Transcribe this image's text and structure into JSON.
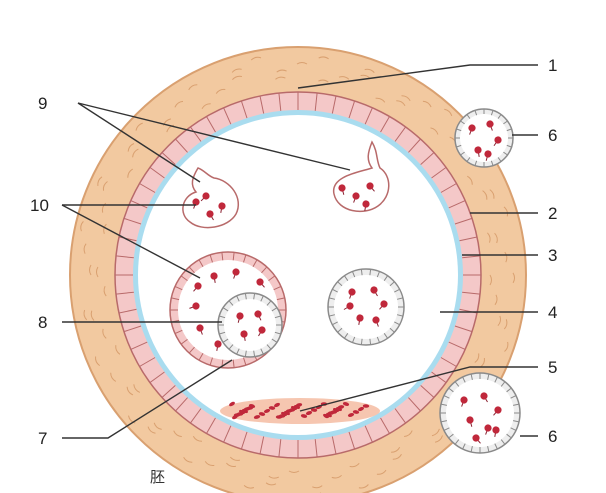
{
  "diagram": {
    "labels": {
      "n1": "1",
      "n2": "2",
      "n3": "3",
      "n4": "4",
      "n5": "5",
      "n6_upper": "6",
      "n6_lower": "6",
      "n7": "7",
      "n8": "8",
      "n9": "9",
      "n10": "10",
      "bottom_char": "胚"
    },
    "colors": {
      "outer_layer": "#f2c9a0",
      "outer_layer_stroke": "#d9a070",
      "cell_layer": "#f4c8c8",
      "cell_stroke": "#b86a6a",
      "membrane": "#a9dcef",
      "cavity": "#ffffff",
      "body_dot": "#c0283b",
      "leader_line": "#333333"
    }
  }
}
